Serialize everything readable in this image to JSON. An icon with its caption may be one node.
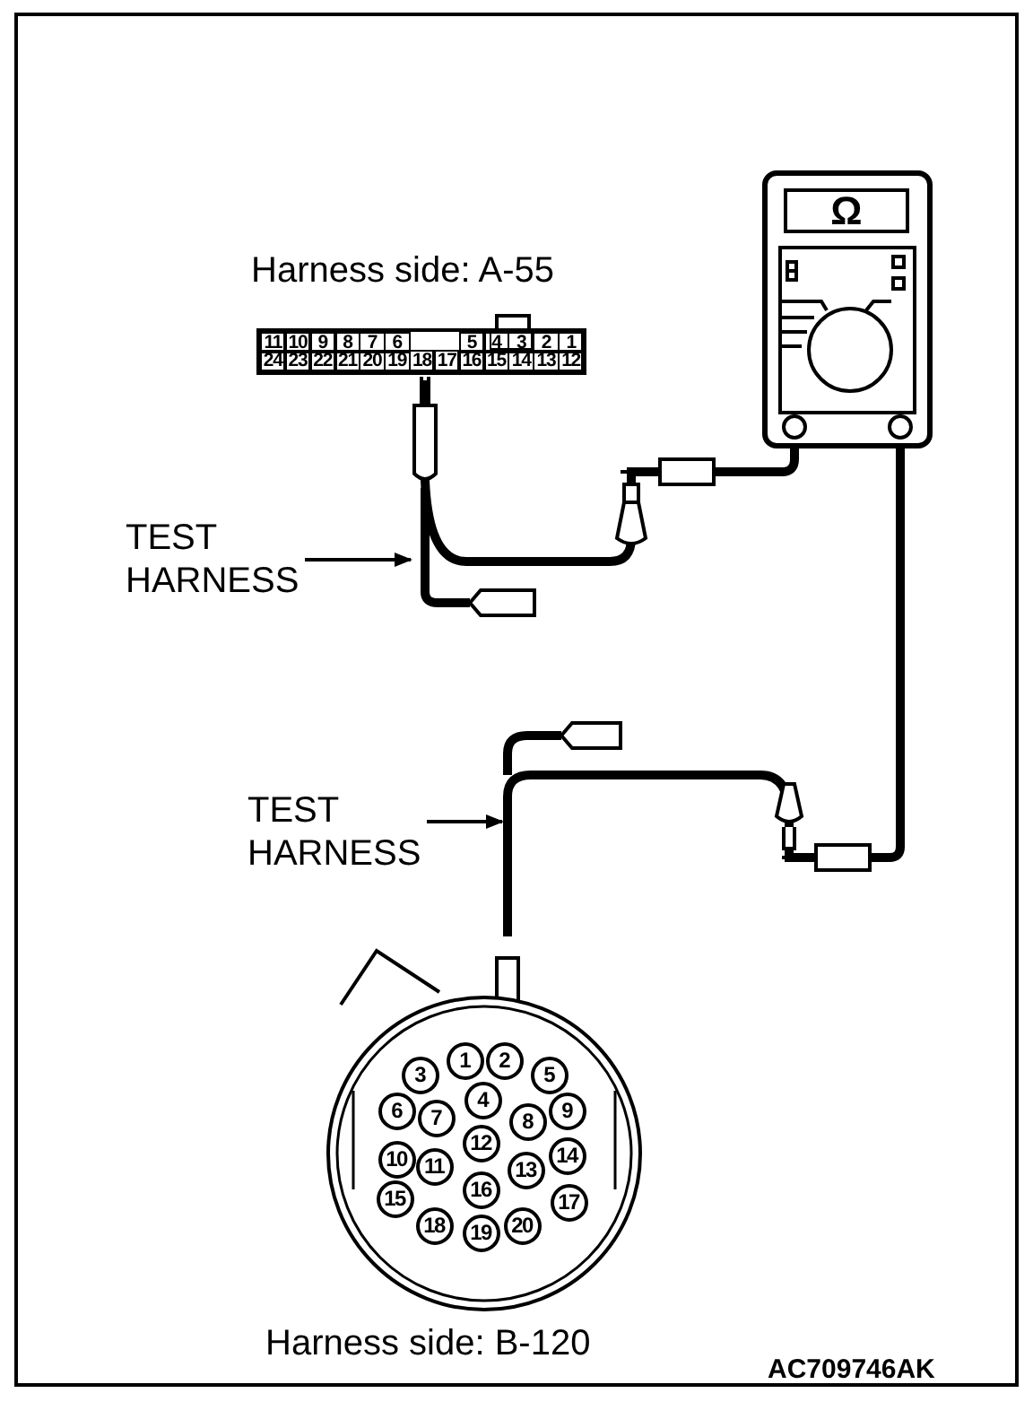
{
  "diagram": {
    "nodes": [
      {
        "text": [
          "Harness side: A-55"
        ]
      },
      {
        "text": [
          "Ω"
        ]
      },
      {
        "text": [
          "Harness side: B-120"
        ]
      },
      {
        "text": [
          "TEST HARNESS"
        ]
      },
      {
        "text": [
          "TEST HARNESS"
        ]
      }
    ],
    "edges": [
      {
        "from": 0,
        "to": 1,
        "arrow": "none",
        "style": "thick"
      },
      {
        "from": 2,
        "to": 1,
        "arrow": "none",
        "style": "thick"
      },
      {
        "from": 3,
        "to": null,
        "arrow": "to"
      },
      {
        "from": 4,
        "to": null,
        "arrow": "to"
      }
    ],
    "labels": [
      "11",
      "10",
      "9",
      "8",
      "7",
      "6",
      "5",
      "4",
      "3",
      "2",
      "1",
      "24",
      "23",
      "22",
      "21",
      "20",
      "19",
      "18",
      "17",
      "16",
      "15",
      "14",
      "13",
      "12",
      "1",
      "2",
      "3",
      "5",
      "4",
      "6",
      "7",
      "8",
      "9",
      "12",
      "10",
      "11",
      "13",
      "14",
      "16",
      "15",
      "17",
      "18",
      "19",
      "20",
      "AC709746AK"
    ]
  }
}
